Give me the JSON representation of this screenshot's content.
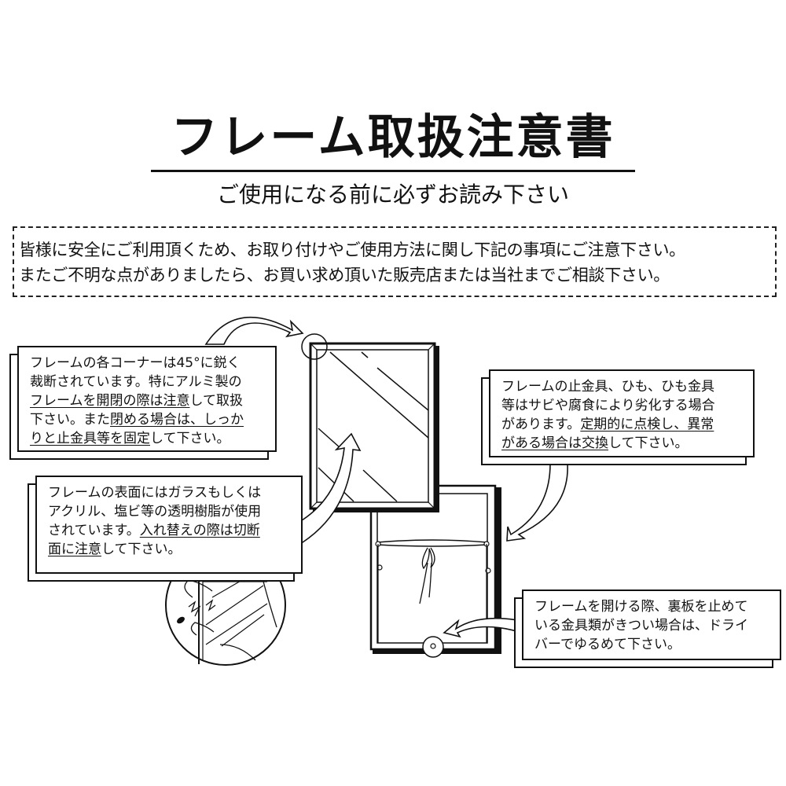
{
  "header": {
    "title": "フレーム取扱注意書",
    "subtitle": "ご使用になる前に必ずお読み下さい"
  },
  "notice": {
    "lines": [
      "皆様に安全にご利用頂くため、お取り付けやご使用方法に関し下記の事項にご注意下さい。",
      "またご不明な点がありましたら、お買い求め頂いた販売店または当社までご相談下さい。"
    ]
  },
  "callouts": {
    "corner": {
      "lines": [
        [
          {
            "t": "フレームの各コーナーは45°に鋭く",
            "u": false
          }
        ],
        [
          {
            "t": "裁断されています。特にアルミ製の",
            "u": false
          }
        ],
        [
          {
            "t": "フレームを開閉の際は注意",
            "u": true
          },
          {
            "t": "して取扱",
            "u": false
          }
        ],
        [
          {
            "t": "下さい。また",
            "u": false
          },
          {
            "t": "閉める場合は、しっか",
            "u": true
          }
        ],
        [
          {
            "t": "りと止金具等を固定",
            "u": true
          },
          {
            "t": "して下さい。",
            "u": false
          }
        ]
      ]
    },
    "surface": {
      "lines": [
        [
          {
            "t": "フレームの表面にはガラスもしくは",
            "u": false
          }
        ],
        [
          {
            "t": "アクリル、塩ビ等の透明樹脂が使用",
            "u": false
          }
        ],
        [
          {
            "t": "されています。",
            "u": false
          },
          {
            "t": "入れ替えの際は切断",
            "u": true
          }
        ],
        [
          {
            "t": "面に注意",
            "u": true
          },
          {
            "t": "して下さい。",
            "u": false
          }
        ]
      ]
    },
    "fittings": {
      "lines": [
        [
          {
            "t": "フレームの止金具、ひも、ひも金具",
            "u": false
          }
        ],
        [
          {
            "t": "等はサビや腐食により劣化する場合",
            "u": false
          }
        ],
        [
          {
            "t": "があります。",
            "u": false
          },
          {
            "t": "定期的に点検し、異常",
            "u": true
          }
        ],
        [
          {
            "t": "がある場合は交換",
            "u": true
          },
          {
            "t": "して下さい。",
            "u": false
          }
        ]
      ]
    },
    "open": {
      "lines": [
        [
          {
            "t": "フレームを開ける際、裏板を止めて",
            "u": false
          }
        ],
        [
          {
            "t": "いる金具類がきつい場合は、ドライ",
            "u": false
          }
        ],
        [
          {
            "t": "バーでゆるめて下さい。",
            "u": false
          }
        ]
      ]
    }
  },
  "illustrations": {
    "icons": [
      "frame-front-icon",
      "frame-back-icon",
      "hand-cut-warning-icon",
      "curved-arrow-icon",
      "corner-highlight-circle-icon",
      "fastener-highlight-circle-icon"
    ]
  },
  "colors": {
    "ink": "#111111",
    "paper": "#ffffff"
  }
}
